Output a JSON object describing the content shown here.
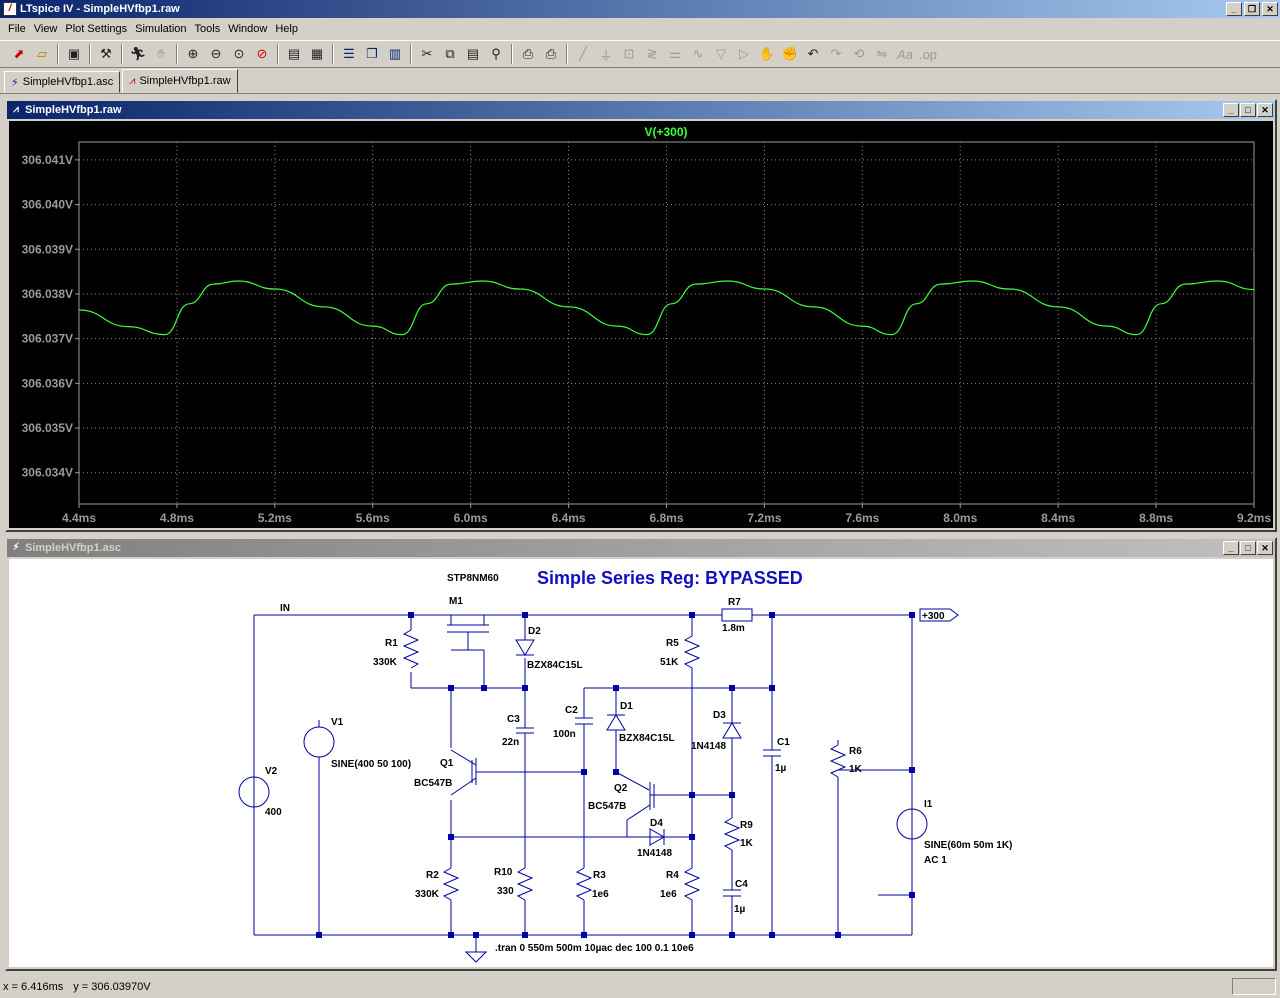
{
  "window": {
    "title": "LTspice IV - SimpleHVfbp1.raw",
    "app_icon": "ltspice-logo",
    "buttons": [
      "_",
      "❐",
      "✕"
    ]
  },
  "menu": [
    "File",
    "View",
    "Plot Settings",
    "Simulation",
    "Tools",
    "Window",
    "Help"
  ],
  "toolbar": {
    "icons": [
      "new-schematic-icon",
      "open-icon",
      "save-icon",
      "control-panel-icon",
      "run-icon",
      "halt-icon",
      "zoom-in-icon",
      "zoom-out-icon",
      "zoom-fit-icon",
      "zoom-cancel-icon",
      "autorange-icon",
      "auto-fit-icon",
      "tile-horizontal-icon",
      "cascade-icon",
      "tile-vertical-icon",
      "cut-icon",
      "copy-icon",
      "paste-icon",
      "find-icon",
      "print-preview-icon",
      "print-icon",
      "wire-icon",
      "ground-icon",
      "label-icon",
      "resistor-icon",
      "capacitor-icon",
      "inductor-icon",
      "diode-icon",
      "component-icon",
      "move-icon",
      "drag-icon",
      "undo-icon",
      "redo-icon",
      "rotate-icon",
      "mirror-icon",
      "text-icon",
      "spice-directive-icon"
    ]
  },
  "tabs": [
    {
      "label": "SimpleHVfbp1.asc",
      "icon": "schematic-icon",
      "active": false
    },
    {
      "label": "SimpleHVfbp1.raw",
      "icon": "waveform-icon",
      "active": true
    }
  ],
  "plot_window": {
    "title": "SimpleHVfbp1.raw",
    "trace_label": "V(+300)",
    "trace_color": "#3cff3c"
  },
  "chart_data": {
    "type": "line",
    "title": "V(+300)",
    "xlabel": "",
    "ylabel": "",
    "x_ticks": [
      "4.4ms",
      "4.8ms",
      "5.2ms",
      "5.6ms",
      "6.0ms",
      "6.4ms",
      "6.8ms",
      "7.2ms",
      "7.6ms",
      "8.0ms",
      "8.4ms",
      "8.8ms",
      "9.2ms"
    ],
    "y_ticks": [
      "306.041V",
      "306.040V",
      "306.039V",
      "306.038V",
      "306.037V",
      "306.036V",
      "306.035V",
      "306.034V"
    ],
    "xlim": [
      4.4,
      9.2
    ],
    "ylim": [
      306.0333,
      306.0414
    ],
    "grid": true,
    "series": [
      {
        "name": "V(+300)",
        "color": "#3cff3c",
        "x": [
          4.4,
          4.6,
          4.75,
          4.85,
          4.95,
          5.05,
          5.2,
          5.4,
          5.6,
          5.72,
          5.82,
          5.92,
          6.05,
          6.2,
          6.4,
          6.6,
          6.72,
          6.82,
          6.92,
          7.05,
          7.2,
          7.4,
          7.6,
          7.72,
          7.82,
          7.92,
          8.05,
          8.2,
          8.4,
          8.6,
          8.72,
          8.82,
          8.92,
          9.05,
          9.2
        ],
        "y": [
          306.03764,
          306.03727,
          306.03709,
          306.03778,
          306.03822,
          306.03829,
          306.03811,
          306.03771,
          306.03728,
          306.03709,
          306.03778,
          306.03822,
          306.03829,
          306.03811,
          306.03771,
          306.03728,
          306.03709,
          306.03778,
          306.03822,
          306.03829,
          306.03811,
          306.03771,
          306.03728,
          306.03709,
          306.03778,
          306.03822,
          306.03829,
          306.03811,
          306.03771,
          306.03728,
          306.03709,
          306.03778,
          306.03822,
          306.03829,
          306.0381
        ]
      }
    ]
  },
  "schematic_window": {
    "title": "SimpleHVfbp1.asc",
    "heading": "Simple Series Reg: BYPASSED",
    "texts": {
      "m1_part": "STP8NM60",
      "in_label": "IN",
      "m1": "M1",
      "r1": "R1",
      "r1_val": "330K",
      "d2": "D2",
      "d2_val": "BZX84C15L",
      "r5": "R5",
      "r5_val": "51K",
      "r7": "R7",
      "r7_val": "1.8m",
      "out_label": "+300",
      "v1": "V1",
      "v1_val": "SINE(400 50 100)",
      "v2": "V2",
      "v2_val": "400",
      "c3": "C3",
      "c3_val": "22n",
      "c2": "C2",
      "c2_val": "100n",
      "d1": "D1",
      "d1_val": "BZX84C15L",
      "d3": "D3",
      "d3_val": "1N4148",
      "c1": "C1",
      "c1_val": "1µ",
      "r6": "R6",
      "r6_val": "1K",
      "q1": "Q1",
      "q1_val": "BC547B",
      "q2": "Q2",
      "q2_val": "BC547B",
      "d4": "D4",
      "d4_val": "1N4148",
      "r9": "R9",
      "r9_val": "1K",
      "i1": "I1",
      "i1_val": "SINE(60m 50m 1K)",
      "i1_ac": "AC 1",
      "r2": "R2",
      "r2_val": "330K",
      "r10": "R10",
      "r10_val": "330",
      "r3": "R3",
      "r3_val": "1e6",
      "r4": "R4",
      "r4_val": "1e6",
      "c4": "C4",
      "c4_val": "1µ",
      "directive": ".tran 0 550m 500m 10µac dec 100 0.1 10e6"
    }
  },
  "status": {
    "x_readout": "x = 6.416ms",
    "y_readout": "y = 306.03970V"
  }
}
